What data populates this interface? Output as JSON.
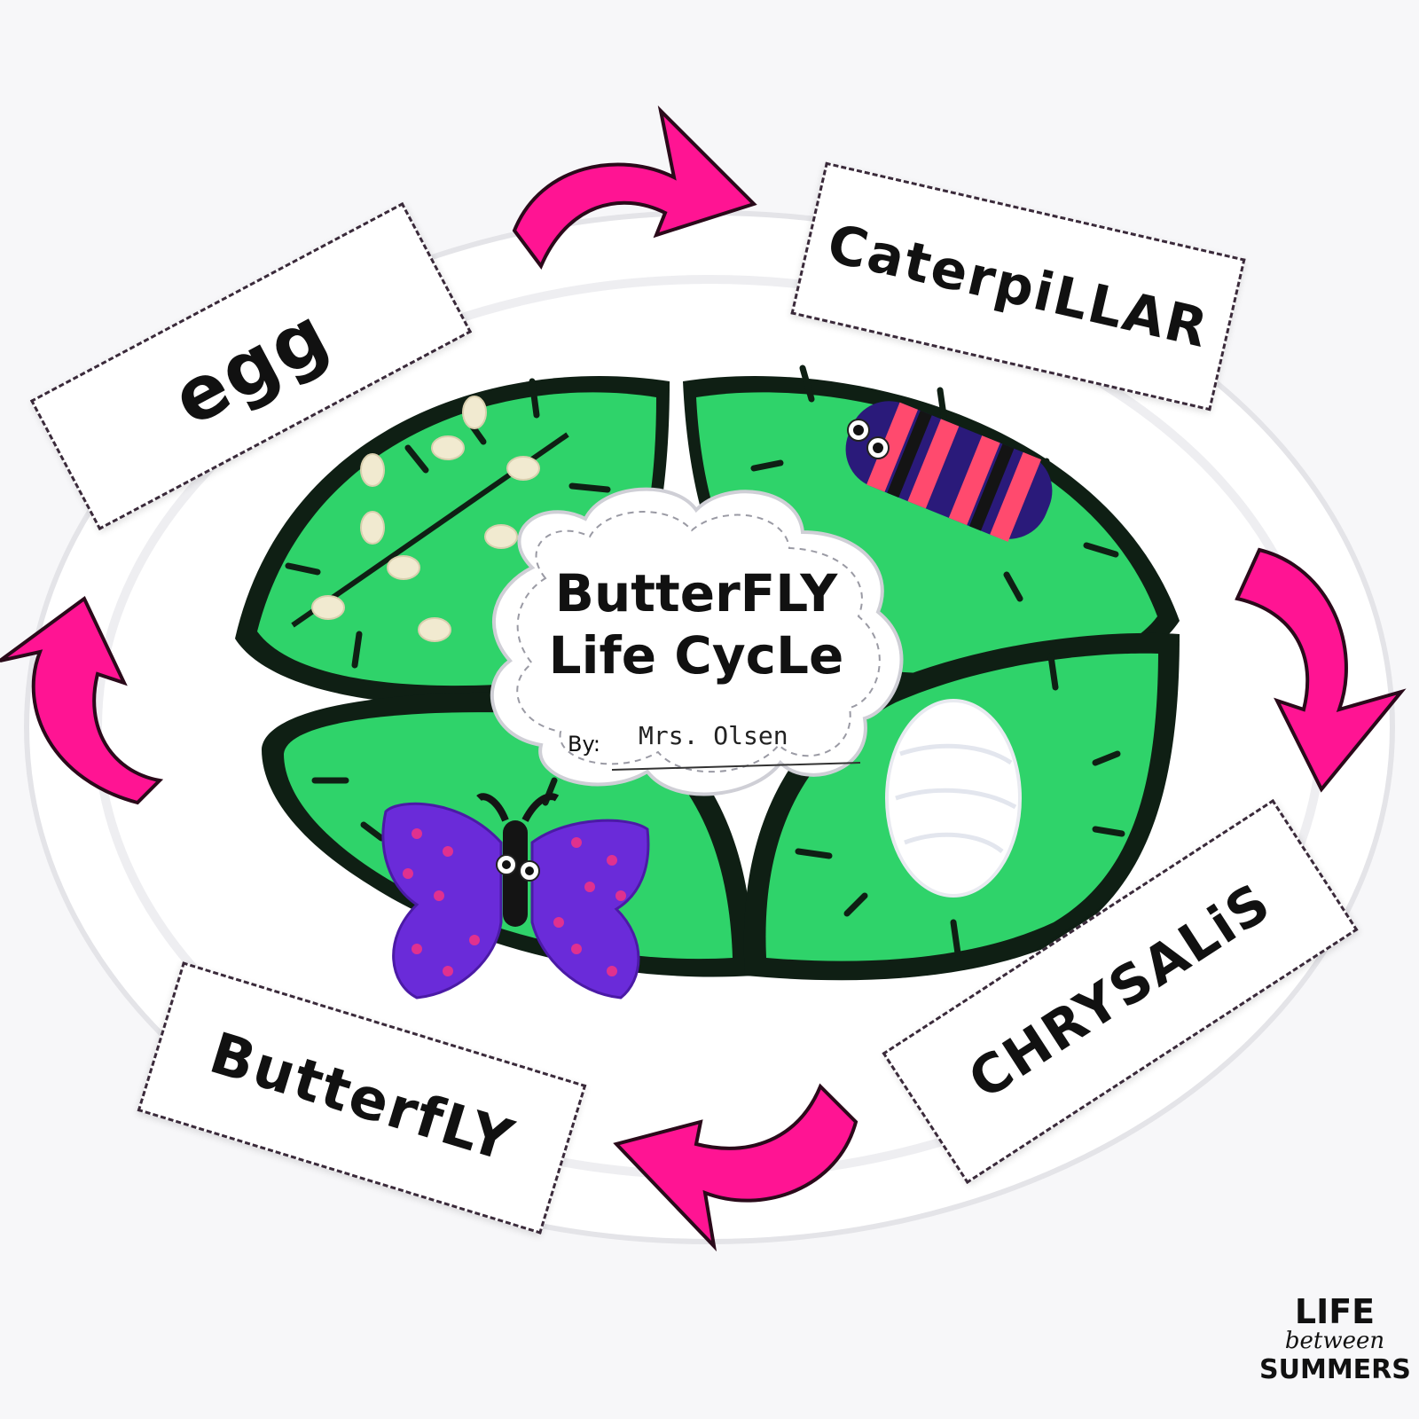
{
  "title": {
    "line1": "ButterFLY",
    "line2": "Life CycLe",
    "by_label": "By:",
    "author": "Mrs. Olsen"
  },
  "stages": {
    "egg": "egg",
    "caterpillar": "CaterpiLLAR",
    "chrysalis": "CHRYSALiS",
    "butterfly": "ButterfLY"
  },
  "logo": {
    "line1": "LIFE",
    "line2": "between",
    "line3": "SUMMERS"
  },
  "colors": {
    "leaf": "#2fd36a",
    "leaf_outline": "#0f1f14",
    "arrow": "#ff1493",
    "plate": "#ffffff"
  }
}
